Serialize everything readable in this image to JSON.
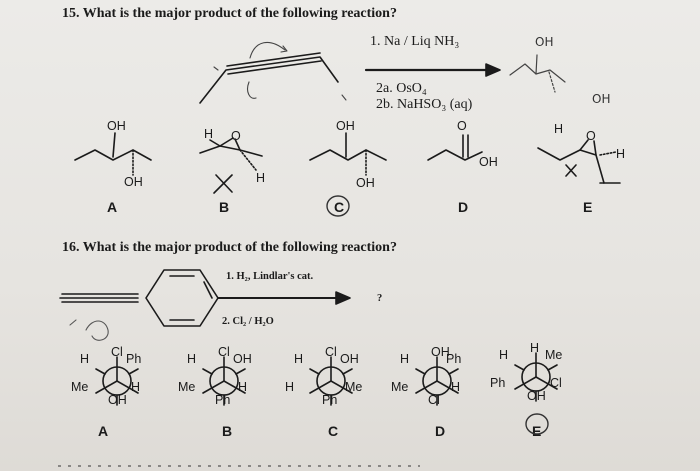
{
  "q15": {
    "title": "15. What is the major product of the following reaction?",
    "step1": "1. Na / Liq NH₃",
    "step2a": "2a. OsO₄",
    "step2b": "2b. NaHSO₃ (aq)",
    "answer_note_oh1": "OH",
    "answer_note_oh2": "OH",
    "labels": [
      "A",
      "B",
      "C",
      "D",
      "E"
    ],
    "atoms": {
      "a_oh_top": "OH",
      "a_oh_bot": "OH",
      "b_h": "H",
      "b_o": "O",
      "b_h2": "H",
      "c_oh_top": "OH",
      "c_oh_bot": "OH",
      "d_o": "O",
      "d_oh": "OH",
      "e_h": "H",
      "e_o": "O",
      "e_h2": "H"
    },
    "circled_answer": "C"
  },
  "q16": {
    "title": "16. What is the major product of the following reaction?",
    "step1": "1. H₂, Lindlar's cat.",
    "step2": "2. Cl₂ / H₂O",
    "question_mark": "?",
    "labels": [
      "A",
      "B",
      "C",
      "D",
      "E"
    ],
    "newman": [
      {
        "top": "Cl",
        "l": "H",
        "r": "Ph",
        "bl": "Me",
        "br": "H",
        "bot": "OH"
      },
      {
        "top": "Cl",
        "l": "H",
        "r": "OH",
        "bl": "Me",
        "br": "H",
        "bot": "Ph"
      },
      {
        "top": "Cl",
        "l": "H",
        "r": "OH",
        "bl": "H",
        "br": "Me",
        "bot": "Ph"
      },
      {
        "top": "OH",
        "l": "H",
        "r": "Ph",
        "bl": "Me",
        "br": "H",
        "bot": "Cl"
      },
      {
        "top": "H",
        "l": "H",
        "r": "Me",
        "bl": "Ph",
        "br": "Cl",
        "bot": "OH"
      }
    ],
    "circled_answer": "E"
  }
}
